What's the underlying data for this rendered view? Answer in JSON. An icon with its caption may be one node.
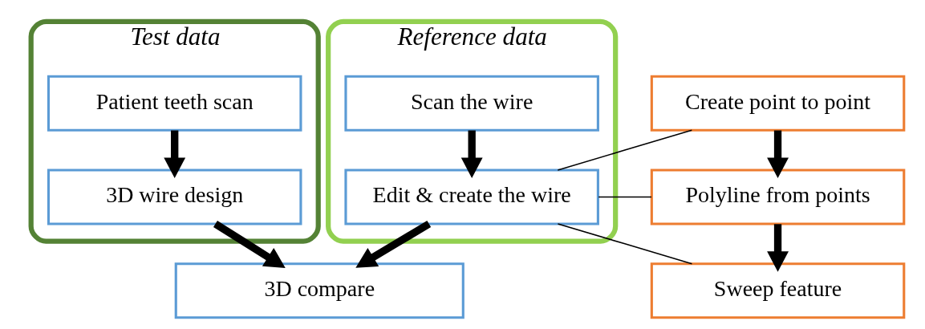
{
  "diagram": {
    "nodes": [
      {
        "text": [
          "Test data"
        ]
      },
      {
        "text": [
          "Patient teeth scan"
        ],
        "in": 0
      },
      {
        "text": [
          "3D wire design"
        ],
        "in": 0
      },
      {
        "text": [
          "Reference data"
        ]
      },
      {
        "text": [
          "Scan the wire"
        ],
        "in": 3
      },
      {
        "text": [
          "Edit & create the wire"
        ],
        "in": 3
      },
      {
        "text": [
          "3D compare"
        ]
      },
      {
        "text": [
          "Create point to point"
        ]
      },
      {
        "text": [
          "Polyline from points"
        ]
      },
      {
        "text": [
          "Sweep feature"
        ]
      }
    ],
    "edges": [
      {
        "from": 1,
        "to": 2,
        "arrow": "to"
      },
      {
        "from": 4,
        "to": 5,
        "arrow": "to"
      },
      {
        "from": 2,
        "to": 6,
        "arrow": "to"
      },
      {
        "from": 5,
        "to": 6,
        "arrow": "to"
      },
      {
        "from": 5,
        "to": 7,
        "arrow": "none"
      },
      {
        "from": 5,
        "to": 8,
        "arrow": "none"
      },
      {
        "from": 5,
        "to": 9,
        "arrow": "none"
      },
      {
        "from": 7,
        "to": 8,
        "arrow": "to"
      },
      {
        "from": 8,
        "to": 9,
        "arrow": "to"
      }
    ]
  }
}
